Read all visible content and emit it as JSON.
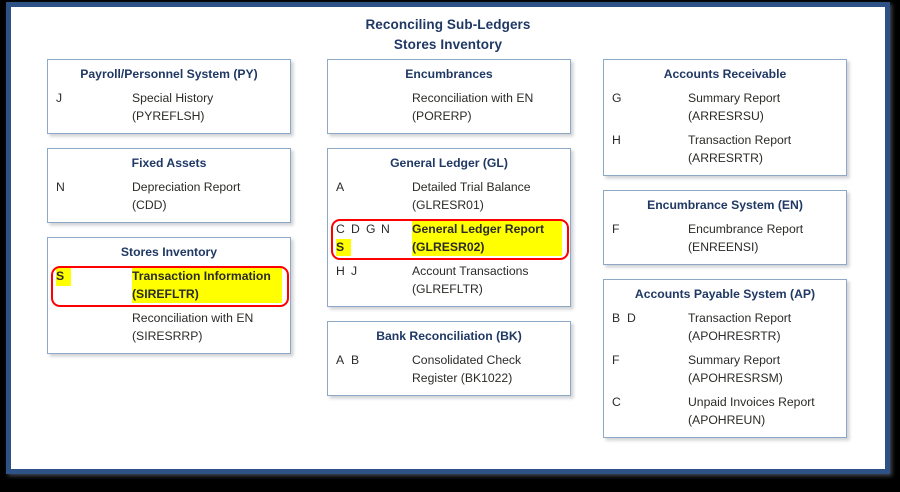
{
  "colors": {
    "frame_border": "#2E5186",
    "heading_text": "#1F3864",
    "box_border": "#8EA9C6",
    "body_text": "#2B2B28",
    "highlight_fill": "#FFFF00",
    "highlight_outline": "#FF0000",
    "page_matte": "#000000",
    "canvas": "#FFFFFF"
  },
  "title": {
    "line1": "Reconciling Sub-Ledgers",
    "line2": "Stores Inventory"
  },
  "columns": {
    "left": [
      {
        "name": "payroll-personnel-system",
        "title": "Payroll/Personnel System (PY)",
        "entries": [
          {
            "codes": [
              [
                "J"
              ]
            ],
            "desc": "Special History\n(PYREFLSH)",
            "highlighted": false
          }
        ]
      },
      {
        "name": "fixed-assets",
        "title": "Fixed Assets",
        "entries": [
          {
            "codes": [
              [
                "N"
              ]
            ],
            "desc": "Depreciation Report\n(CDD)",
            "highlighted": false
          }
        ]
      },
      {
        "name": "stores-inventory",
        "title": "Stores Inventory",
        "entries": [
          {
            "codes": [
              [
                "S"
              ]
            ],
            "desc": "Transaction Information\n(SIREFLTR)",
            "highlighted": true,
            "codes_highlighted": [
              "S"
            ]
          },
          {
            "codes": [
              []
            ],
            "desc": "Reconciliation with EN\n(SIRESRRP)",
            "highlighted": false
          }
        ]
      }
    ],
    "middle": [
      {
        "name": "encumbrances",
        "title": "Encumbrances",
        "entries": [
          {
            "codes": [
              []
            ],
            "desc": "Reconciliation with EN\n(PORERP)",
            "highlighted": false
          }
        ]
      },
      {
        "name": "general-ledger",
        "title": "General Ledger (GL)",
        "entries": [
          {
            "codes": [
              [
                "A"
              ]
            ],
            "desc": "Detailed Trial Balance\n(GLRESR01)",
            "highlighted": false
          },
          {
            "codes": [
              [
                "C",
                "D",
                "G",
                "N"
              ],
              [
                "S"
              ]
            ],
            "desc": "General Ledger Report\n(GLRESR02)",
            "highlighted": true,
            "codes_highlighted": [
              "S"
            ]
          },
          {
            "codes": [
              [
                "H",
                "J"
              ]
            ],
            "desc": "Account Transactions\n(GLREFLTR)",
            "highlighted": false
          }
        ]
      },
      {
        "name": "bank-reconciliation",
        "title": "Bank Reconciliation (BK)",
        "entries": [
          {
            "codes": [
              [
                "A",
                "B"
              ]
            ],
            "desc": "Consolidated Check\nRegister (BK1022)",
            "highlighted": false
          }
        ]
      }
    ],
    "right": [
      {
        "name": "accounts-receivable",
        "title": "Accounts Receivable",
        "entries": [
          {
            "codes": [
              [
                "G"
              ]
            ],
            "desc": "Summary Report\n(ARRESRSU)",
            "highlighted": false
          },
          {
            "codes": [
              [
                "H"
              ]
            ],
            "desc": "Transaction Report\n(ARRESRTR)",
            "highlighted": false
          }
        ]
      },
      {
        "name": "encumbrance-system",
        "title": "Encumbrance System (EN)",
        "entries": [
          {
            "codes": [
              [
                "F"
              ]
            ],
            "desc": "Encumbrance Report\n(ENREENSI)",
            "highlighted": false
          }
        ]
      },
      {
        "name": "accounts-payable-system",
        "title": "Accounts Payable System (AP)",
        "entries": [
          {
            "codes": [
              [
                "B",
                "D"
              ]
            ],
            "desc": "Transaction Report\n(APOHRESRTR)",
            "highlighted": false
          },
          {
            "codes": [
              [
                "F"
              ]
            ],
            "desc": "Summary Report\n(APOHRESRSM)",
            "highlighted": false
          },
          {
            "codes": [
              [
                "C"
              ]
            ],
            "desc": "Unpaid Invoices Report\n(APOHREUN)",
            "highlighted": false
          }
        ]
      }
    ]
  }
}
